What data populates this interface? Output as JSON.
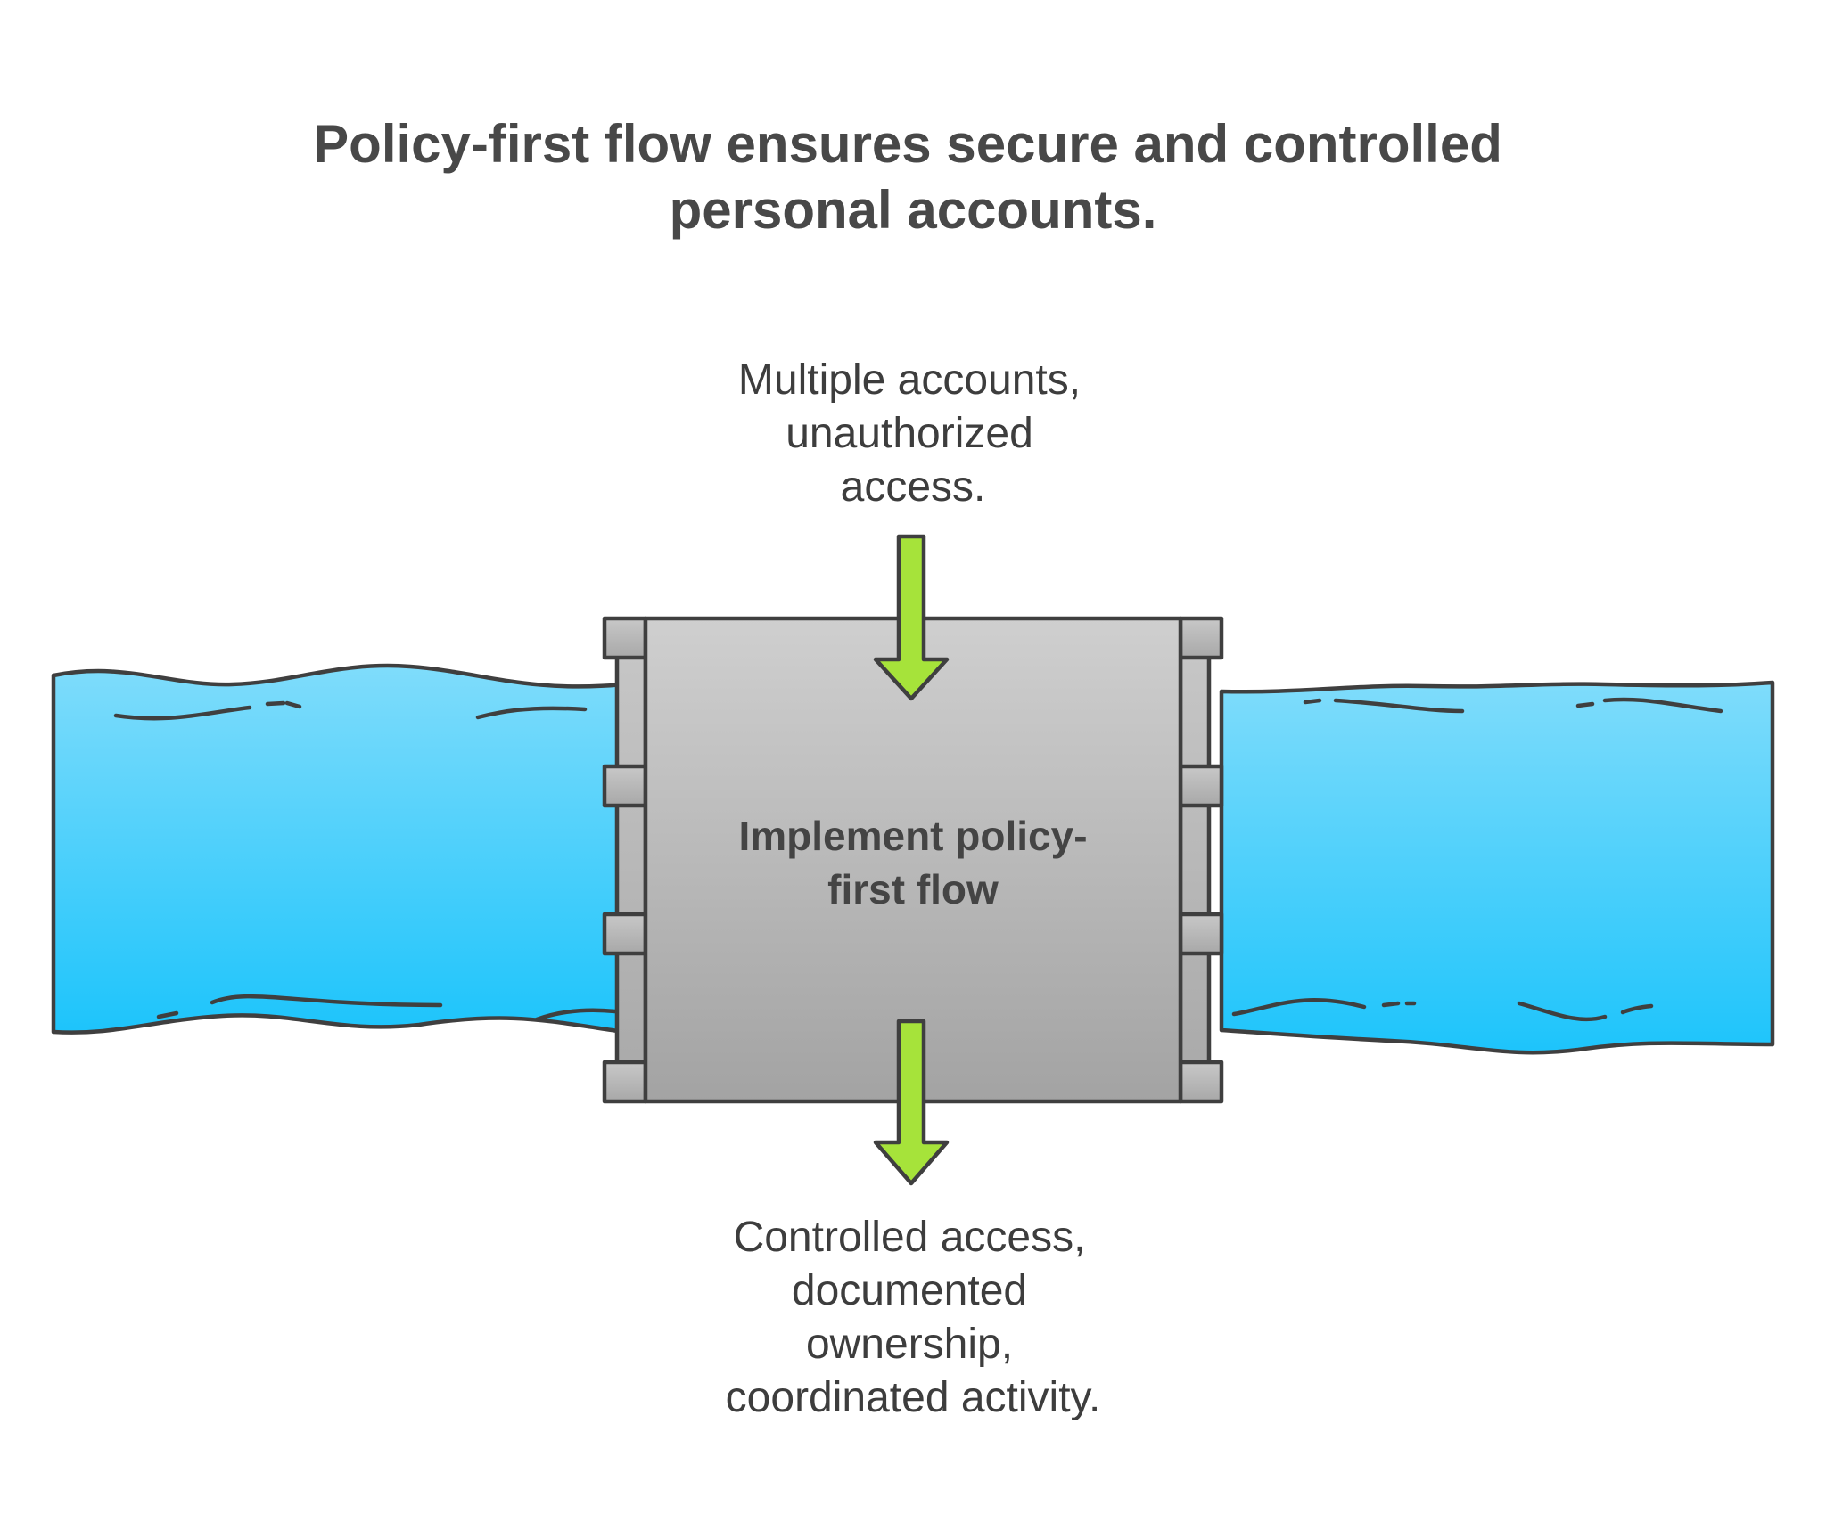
{
  "title": {
    "line1": "Policy-first flow ensures secure and controlled",
    "line2": "personal accounts."
  },
  "input_label": {
    "line1": "Multiple accounts,",
    "line2": "unauthorized",
    "line3": "access."
  },
  "filter_label": {
    "line1": "Implement policy-",
    "line2": "first flow"
  },
  "output_label": {
    "line1": "Controlled access,",
    "line2": "documented",
    "line3": "ownership,",
    "line4": "coordinated activity."
  },
  "colors": {
    "water_top": "#7fdcfb",
    "water_bottom": "#1dc4fb",
    "filter_top": "#cfcfcf",
    "filter_bottom": "#a3a3a3",
    "arrow": "#a6e33a",
    "outline": "#3f3f3f"
  },
  "icons": {
    "input_arrow": "arrow-down-icon",
    "output_arrow": "arrow-down-icon"
  }
}
